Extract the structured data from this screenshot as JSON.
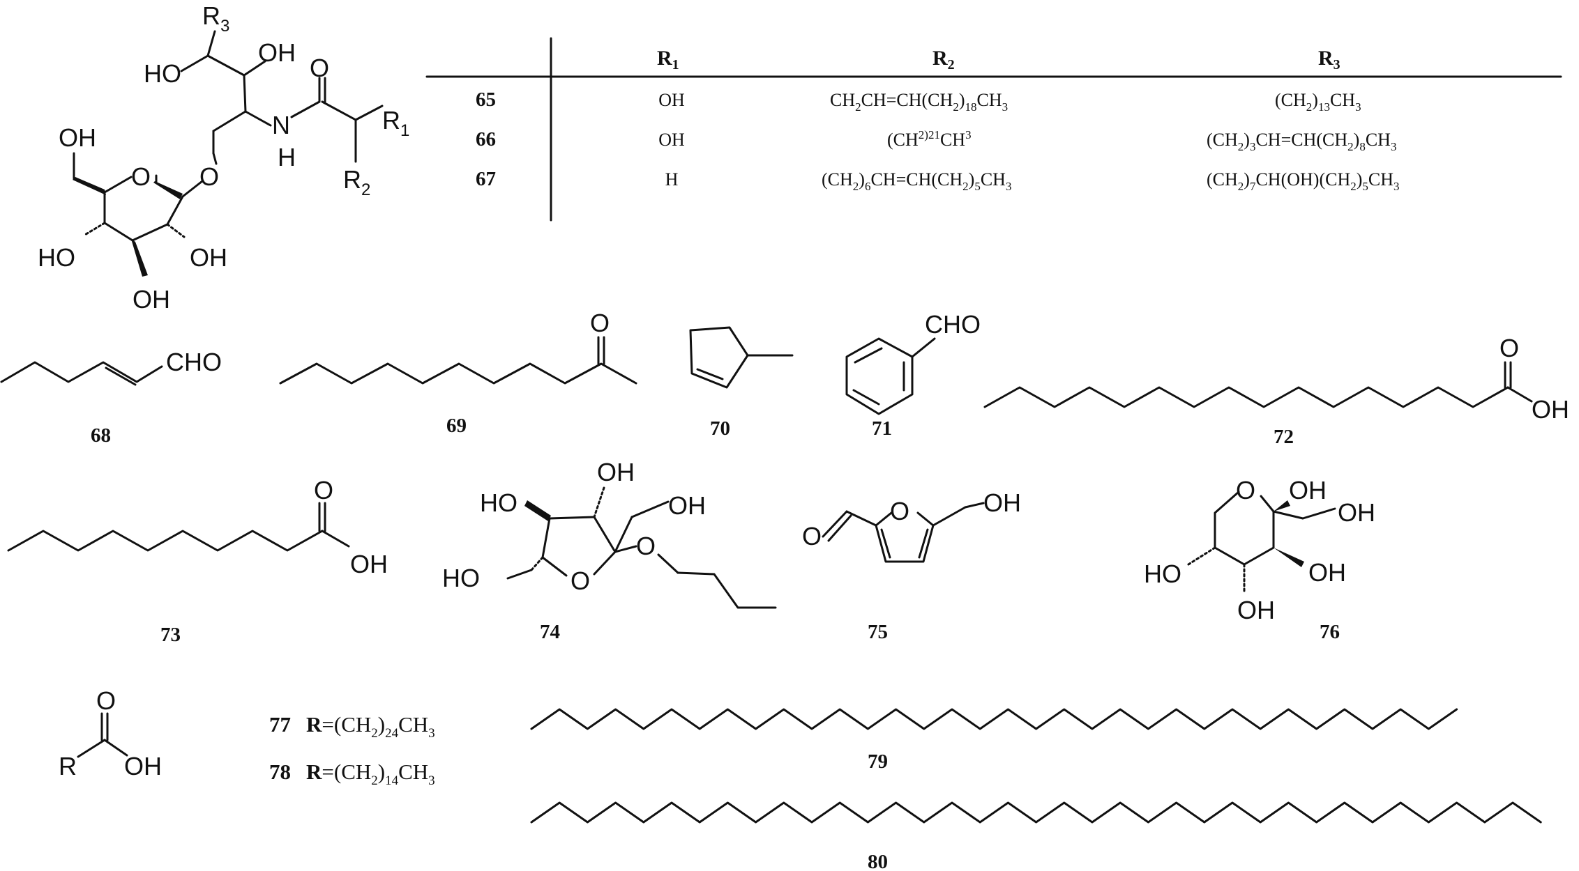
{
  "table": {
    "headers": {
      "r1": "R",
      "r1_sub": "1",
      "r2": "R",
      "r2_sub": "2",
      "r3": "R",
      "r3_sub": "3"
    },
    "rows": [
      {
        "id": "65",
        "r1": "OH",
        "r2": {
          "a": "CH",
          "b": "2",
          "c": "CH=CH(CH",
          "d": "2",
          "e": ")",
          "f": "18",
          "g": "CH",
          "h": "3"
        },
        "r3": {
          "a": "(CH",
          "b": "2",
          "c": ")",
          "d": "13",
          "e": "CH",
          "f": "3"
        }
      },
      {
        "id": "66",
        "r1": "OH",
        "r2": {
          "a": "(CH",
          "b": "2)",
          "c": "21",
          "d": "CH",
          "e": "3"
        },
        "r3": {
          "a": "(CH",
          "b": "2",
          "c": ")",
          "d": "3",
          "e": "CH=CH(CH",
          "f": "2",
          "g": ")",
          "h": "8",
          "i": "CH",
          "j": "3"
        }
      },
      {
        "id": "67",
        "r1": "H",
        "r2": {
          "a": "(CH",
          "b": "2",
          "c": ")",
          "d": "6",
          "e": "CH=CH(CH",
          "f": "2",
          "g": ")",
          "h": "5",
          "i": "CH",
          "j": "3"
        },
        "r3": {
          "a": "(CH",
          "b": "2",
          "c": ")",
          "d": "7",
          "e": "CH(OH)(CH",
          "f": "2",
          "g": ")",
          "h": "5",
          "i": "CH",
          "j": "3"
        }
      }
    ]
  },
  "main_structure": {
    "labels": {
      "r3": "R",
      "r3_sub": "3",
      "r1": "R",
      "r1_sub": "1",
      "r2": "R",
      "r2_sub": "2",
      "oh": "OH",
      "ho": "HO",
      "o": "O",
      "n": "N",
      "h": "H"
    }
  },
  "compounds": {
    "c68": {
      "id": "68",
      "label": "CHO"
    },
    "c69": {
      "id": "69",
      "label": "O"
    },
    "c70": {
      "id": "70"
    },
    "c71": {
      "id": "71",
      "label": "CHO"
    },
    "c72": {
      "id": "72",
      "o": "O",
      "oh": "OH"
    },
    "c73": {
      "id": "73",
      "o": "O",
      "oh": "OH"
    },
    "c74": {
      "id": "74",
      "oh": "OH",
      "ho": "HO",
      "o": "O"
    },
    "c75": {
      "id": "75",
      "o": "O",
      "oh": "OH"
    },
    "c76": {
      "id": "76",
      "o": "O",
      "oh": "OH",
      "ho": "HO"
    },
    "c77": {
      "id": "77",
      "r": "R",
      "eq": "=(CH",
      "sub2": "2",
      "close": ")",
      "n": "24",
      "ch": "CH",
      "sub3": "3"
    },
    "c78": {
      "id": "78",
      "r": "R",
      "eq": "=(CH",
      "sub2": "2",
      "close": ")",
      "n": "14",
      "ch": "CH",
      "sub3": "3"
    },
    "acid": {
      "r": "R",
      "o": "O",
      "oh": "OH"
    },
    "c79": {
      "id": "79"
    },
    "c80": {
      "id": "80"
    }
  }
}
